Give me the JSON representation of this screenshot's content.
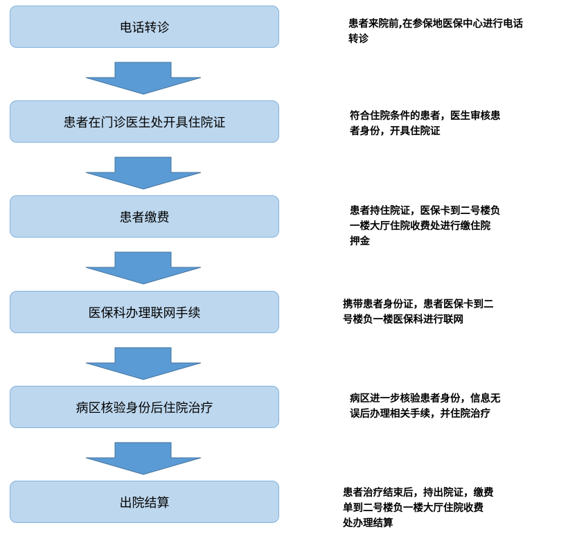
{
  "steps": [
    {
      "label": "电话转诊",
      "description": "患者来院前,在参保地医保中心进行电话\n转诊"
    },
    {
      "label": "患者在门诊医生处开具住院证",
      "description": "符合住院条件的患者，医生审核患\n者身份，开具住院证"
    },
    {
      "label": "患者缴费",
      "description": "患者持住院证，医保卡到二号楼负\n一楼大厅住院收费处进行缴住院\n押金"
    },
    {
      "label": "医保科办理联网手续",
      "description": "携带患者身份证，患者医保卡到二\n号楼负一楼医保科进行联网"
    },
    {
      "label": "病区核验身份后住院治疗",
      "description": "病区进一步核验患者身份，信息无\n误后办理相关手续，并住院治疗"
    },
    {
      "label": "出院结算",
      "description": "患者治疗结束后，持出院证，缴费\n单到二号楼负一楼大厅住院收费\n处办理结算"
    }
  ],
  "colors": {
    "box_fill": "#bdd7ee",
    "box_border": "#7fb0dc",
    "arrow_fill": "#5b9bd5",
    "arrow_stroke": "#41719c"
  }
}
